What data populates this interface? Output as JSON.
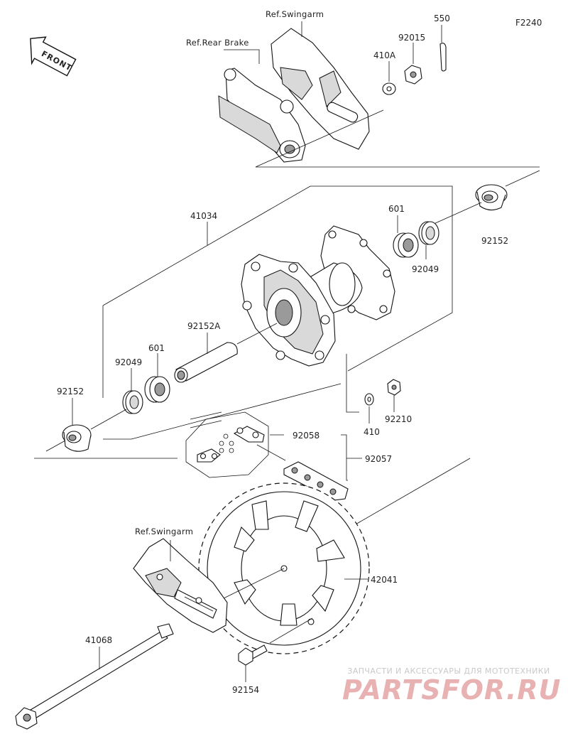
{
  "diagram_code": "F2240",
  "front_label": "FRONT",
  "references": {
    "swingarm_top": "Ref.Swingarm",
    "rear_brake": "Ref.Rear Brake",
    "swingarm_bottom": "Ref.Swingarm"
  },
  "parts": {
    "p550": "550",
    "p92015": "92015",
    "p410A": "410A",
    "p41034": "41034",
    "p601_right": "601",
    "p92152_right": "92152",
    "p92049_right": "92049",
    "p92152A": "92152A",
    "p601_left": "601",
    "p92049_left": "92049",
    "p92152_left": "92152",
    "p92210": "92210",
    "p410": "410",
    "p92058": "92058",
    "p92057": "92057",
    "p42041": "42041",
    "p41068": "41068",
    "p92154": "92154"
  },
  "watermark": {
    "tagline": "ЗАПЧАСТИ И АКСЕССУАРЫ ДЛЯ МОТОТЕХНИКИ",
    "logo": "PARTSFOR.RU"
  }
}
